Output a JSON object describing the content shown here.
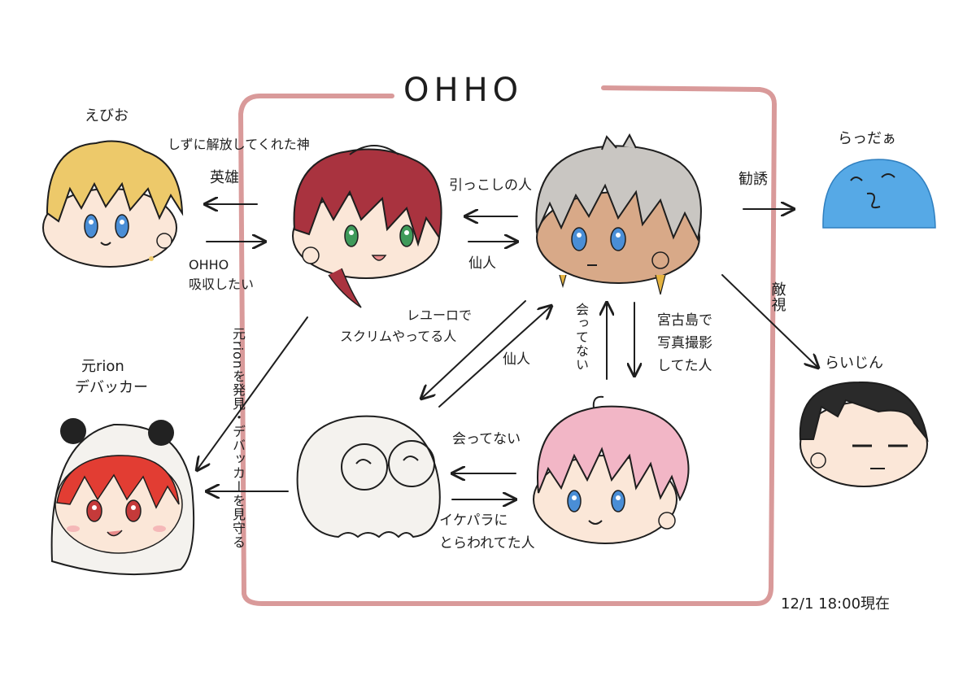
{
  "title": "OHHO",
  "timestamp": "12/1 18:00現在",
  "characters": {
    "ebio": "えびお",
    "raddaa": "らっだぁ",
    "raijin": "らいじん",
    "rion_debugger": [
      "元rion",
      "デバッカー"
    ]
  },
  "edges": {
    "already_freed": "しずに解放してくれた神",
    "hero": "英雄",
    "ohho_absorb": [
      "OHHO",
      "吸収したい"
    ],
    "recruiter": "引っこしの人",
    "sennin_top": "仙人",
    "kanyu": "勧誘",
    "tekishi": "敵視",
    "scrim": [
      "レユーロで",
      "スクリムやってる人"
    ],
    "sennin_mid": "仙人",
    "not_met_vertical": "会ってない",
    "miyakojima": [
      "宮古島で",
      "写真撮影",
      "してた人"
    ],
    "not_met_horizontal": "会ってない",
    "ikeparade": [
      "イケパラに",
      "とらわれてた人"
    ],
    "rion_watch": "元rionを発見・デバッカーを見守る"
  },
  "colors": {
    "frame": "#d99a9a",
    "ink": "#1e1e1e",
    "blonde": "#edc96a",
    "crimson": "#a9333f",
    "silver": "#c9c6c2",
    "pink": "#f2b6c6",
    "blue_slime": "#56a9e6",
    "black_hair": "#2a2a2a",
    "red_hair": "#e23d33",
    "skin": "#fbe7d8",
    "tan_skin": "#d8a988"
  }
}
